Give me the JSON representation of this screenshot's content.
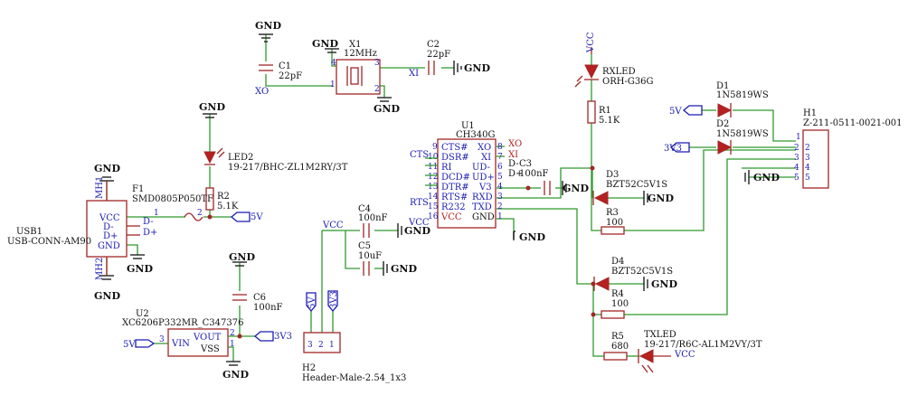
{
  "schematic": {
    "nets": {
      "gnd": "GND",
      "vcc": "VCC",
      "v5": "5V",
      "v3": "3V3",
      "xo": "XO",
      "xi": "XI",
      "rts": "RTS",
      "cts": "CTS"
    },
    "crystal": {
      "ref": "X1",
      "value": "12MHz",
      "pin1": "1",
      "pin2": "2",
      "pin3": "3",
      "pin4": "4"
    },
    "c1": {
      "ref": "C1",
      "value": "22pF"
    },
    "c2": {
      "ref": "C2",
      "value": "22pF"
    },
    "c3": {
      "ref": "C3",
      "value": "100nF"
    },
    "c4": {
      "ref": "C4",
      "value": "100nF"
    },
    "c5": {
      "ref": "C5",
      "value": "10uF"
    },
    "c6": {
      "ref": "C6",
      "value": "100nF"
    },
    "f1": {
      "ref": "F1",
      "value": "SMD0805P050TF",
      "pin1": "1",
      "pin2": "2"
    },
    "r1": {
      "ref": "R1",
      "value": "5.1K"
    },
    "r2": {
      "ref": "R2",
      "value": "5.1K"
    },
    "r3": {
      "ref": "R3",
      "value": "100"
    },
    "r4": {
      "ref": "R4",
      "value": "100"
    },
    "r5": {
      "ref": "R5",
      "value": "680"
    },
    "led2": {
      "ref": "LED2",
      "value": "19-217/BHC-ZL1M2RY/3T"
    },
    "rxled": {
      "ref": "RXLED",
      "value": "ORH-G36G"
    },
    "txled": {
      "ref": "TXLED",
      "value": "19-217/R6C-AL1M2VY/3T"
    },
    "d1": {
      "ref": "D1",
      "value": "1N5819WS"
    },
    "d2": {
      "ref": "D2",
      "value": "1N5819WS"
    },
    "d3": {
      "ref": "D3",
      "value": "BZT52C5V1S"
    },
    "d4": {
      "ref": "D4",
      "value": "BZT52C5V1S"
    },
    "h1": {
      "ref": "H1",
      "value": "Z-211-0511-0021-001",
      "pins": [
        "1",
        "2",
        "3",
        "4",
        "5"
      ]
    },
    "h2": {
      "ref": "H2",
      "value": "Header-Male-2.54_1x3",
      "pins": [
        "3",
        "2",
        "1"
      ]
    },
    "usb1": {
      "ref": "USB1",
      "value": "USB-CONN-AM90",
      "mh1": "MH1",
      "mh2": "MH2",
      "pins": [
        "VCC",
        "D-",
        "D+",
        "GND"
      ],
      "net_dm": "D-",
      "net_dp": "D+"
    },
    "u1": {
      "ref": "U1",
      "value": "CH340G",
      "left_pins": [
        {
          "num": "9",
          "name": "CTS#"
        },
        {
          "num": "10",
          "name": "DSR#"
        },
        {
          "num": "11",
          "name": "RI"
        },
        {
          "num": "12",
          "name": "DCD#"
        },
        {
          "num": "13",
          "name": "DTR#"
        },
        {
          "num": "14",
          "name": "RTS#"
        },
        {
          "num": "15",
          "name": "R232"
        },
        {
          "num": "16",
          "name": "VCC"
        }
      ],
      "right_pins": [
        {
          "num": "8",
          "name": "XO"
        },
        {
          "num": "7",
          "name": "XI"
        },
        {
          "num": "6",
          "name": "UD-"
        },
        {
          "num": "5",
          "name": "UD+"
        },
        {
          "num": "4",
          "name": "V3"
        },
        {
          "num": "3",
          "name": "RXD"
        },
        {
          "num": "2",
          "name": "TXD"
        },
        {
          "num": "1",
          "name": "GND"
        }
      ],
      "net_dm": "D-",
      "net_dp": "D+"
    },
    "u2": {
      "ref": "U2",
      "value": "XC6206P332MR_C347376",
      "vin": "VIN",
      "vout": "VOUT",
      "vss": "VSS",
      "pin1": "1",
      "pin2": "2",
      "pin3": "3"
    }
  }
}
